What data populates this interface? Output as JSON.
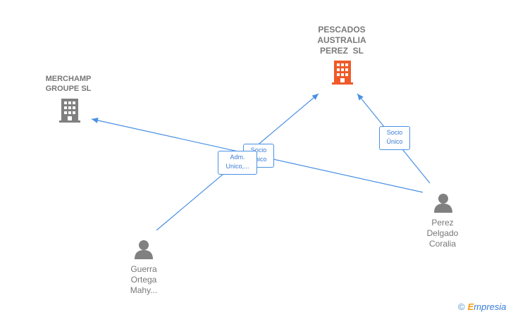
{
  "nodes": {
    "merchamp": {
      "type": "company",
      "label_line1": "MERCHAMP",
      "label_line2": "GROUPE SL",
      "color": "#808080"
    },
    "pescados": {
      "type": "company",
      "label_line1": "PESCADOS",
      "label_line2": "AUSTRALIA",
      "label_line3": "PEREZ  SL",
      "color": "#f05a28"
    },
    "guerra": {
      "type": "person",
      "label_line1": "Guerra",
      "label_line2": "Ortega",
      "label_line3": "Mahy...",
      "color": "#808080"
    },
    "perez": {
      "type": "person",
      "label_line1": "Perez",
      "label_line2": "Delgado",
      "label_line3": "Coralia",
      "color": "#808080"
    }
  },
  "edges": [
    {
      "from": "perez",
      "to": "merchamp",
      "label_line1": "Socio",
      "label_line2": "Único"
    },
    {
      "from": "guerra",
      "to": "pescados",
      "label_line1": "Adm.",
      "label_line2": "Unico,..."
    },
    {
      "from": "perez",
      "to": "pescados",
      "label_line1": "Socio",
      "label_line2": "Único"
    }
  ],
  "colors": {
    "edge": "#4a90e2",
    "company_gray": "#808080",
    "company_highlight": "#f05a28",
    "person": "#808080"
  },
  "brand": {
    "copyright": "©",
    "initial": "E",
    "name": "mpresia"
  }
}
